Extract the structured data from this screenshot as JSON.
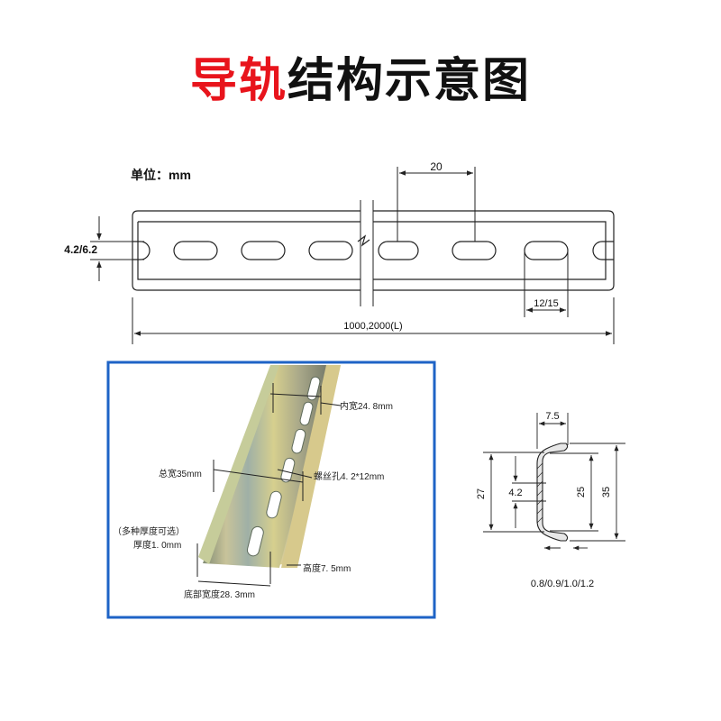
{
  "title": {
    "part1": "导轨",
    "part2": "结构示意图",
    "accent_color": "#e8141c",
    "text_color": "#111111"
  },
  "top_drawing": {
    "unit_label": "单位：mm",
    "hole_pitch": "20",
    "slot_height": "4.2/6.2",
    "slot_length": "12/15",
    "total_length": "1000,2000(L)"
  },
  "photo_panel": {
    "border_color": "#1e63c6",
    "labels": {
      "inner_width": "内宽24. 8mm",
      "total_width": "总宽35mm",
      "screw_hole": "螺丝孔4. 2*12mm",
      "thickness_options": "（多种厚度可选）",
      "thickness": "厚度1. 0mm",
      "height": "高度7. 5mm",
      "bottom_width": "底部宽度28. 3mm"
    }
  },
  "profile_drawing": {
    "flange": "7.5",
    "left_height": "27",
    "hole": "4.2",
    "inner_height": "25",
    "outer_height": "35",
    "thickness_options": "0.8/0.9/1.0/1.2"
  }
}
